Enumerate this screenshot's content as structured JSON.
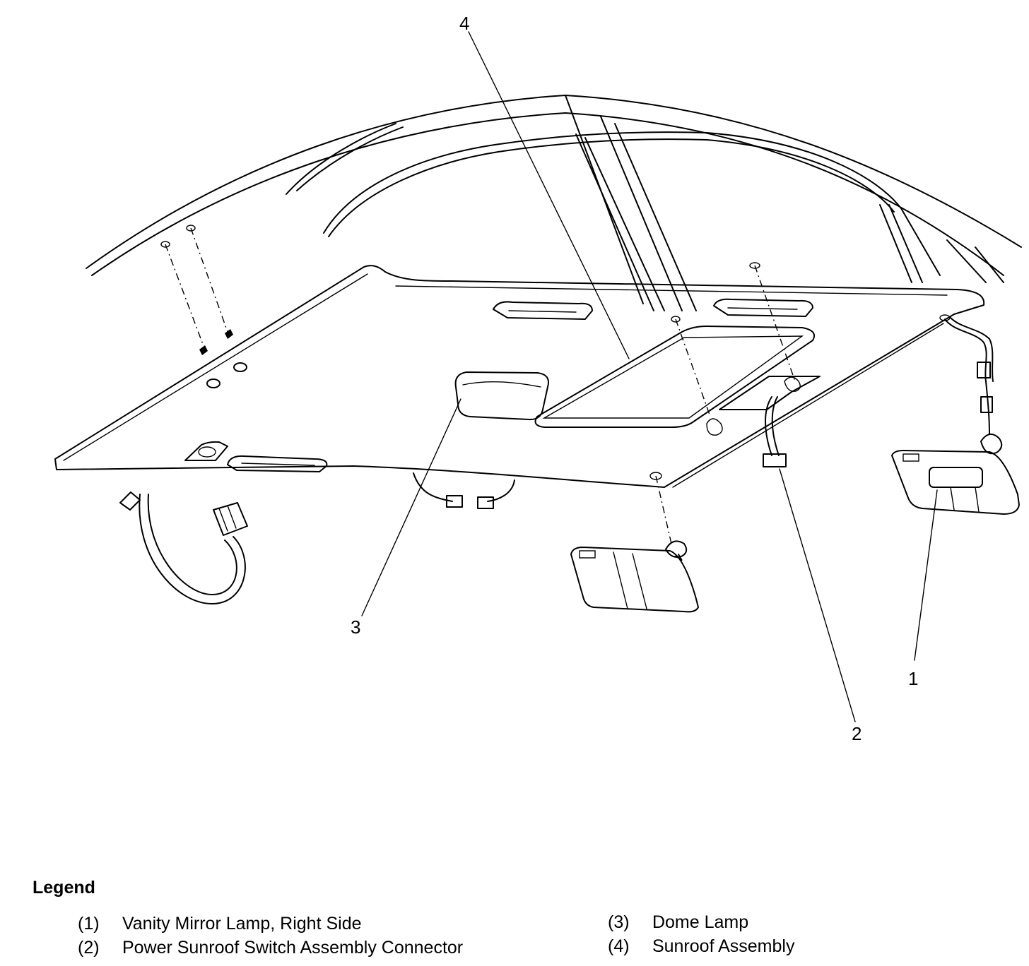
{
  "callouts": {
    "c1": "1",
    "c2": "2",
    "c3": "3",
    "c4": "4"
  },
  "legend": {
    "title": "Legend",
    "items": [
      {
        "num": "(1)",
        "label": "Vanity Mirror Lamp, Right Side"
      },
      {
        "num": "(2)",
        "label": "Power Sunroof Switch Assembly Connector"
      },
      {
        "num": "(3)",
        "label": "Dome Lamp"
      },
      {
        "num": "(4)",
        "label": "Sunroof Assembly"
      }
    ]
  }
}
